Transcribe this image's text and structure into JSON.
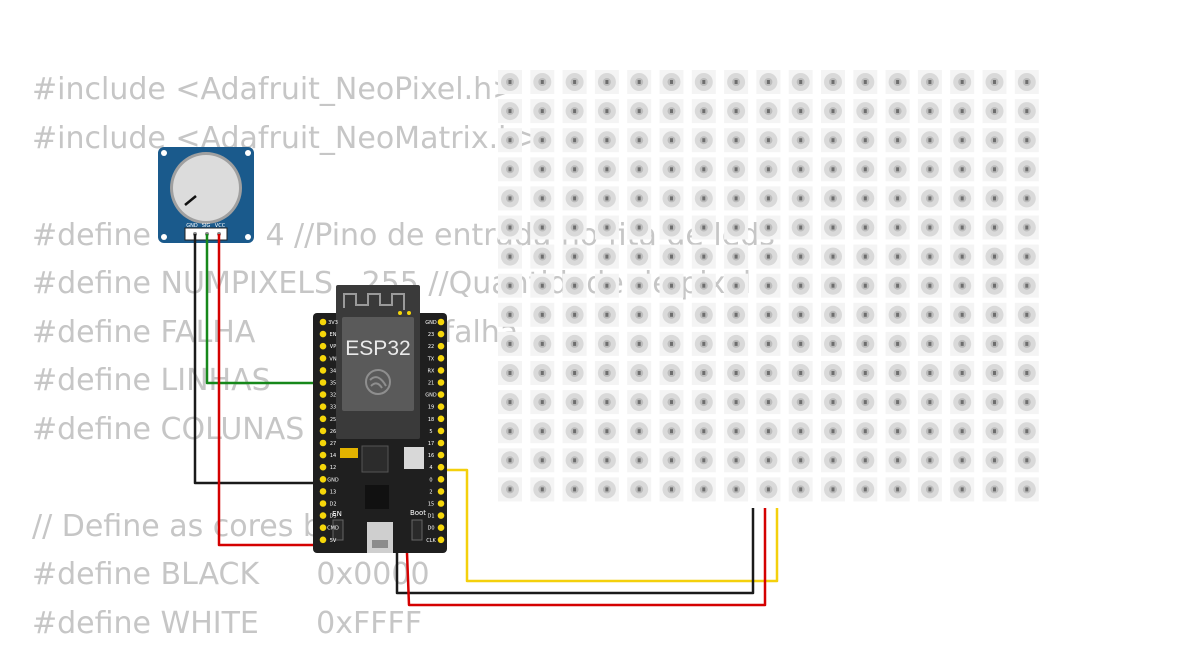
{
  "code_lines": [
    "#include <Adafruit_NeoPixel.h>",
    "#include <Adafruit_NeoMatrix.h>",
    "",
    "#define            4 //Pino de entrada no fita de leds",
    "#define NUMPIXELS   255 //Quantidade de pixel",
    "#define FALHA          ve de falha",
    "#define LINHAS",
    "#define COLUNAS",
    "",
    "// Define as cores b",
    "#define BLACK      0x0000",
    "#define WHITE      0xFFFF"
  ],
  "esp32": {
    "label": "ESP32",
    "boot_label": "Boot",
    "en_label": "EN",
    "left_pins": [
      "3V3",
      "EN",
      "VP",
      "VN",
      "34",
      "35",
      "32",
      "33",
      "25",
      "26",
      "27",
      "14",
      "12",
      "GND",
      "13",
      "D2",
      "D3",
      "CMD",
      "5V"
    ],
    "right_pins": [
      "GND",
      "23",
      "22",
      "TX",
      "RX",
      "21",
      "GND",
      "19",
      "18",
      "5",
      "17",
      "16",
      "4",
      "0",
      "2",
      "15",
      "D1",
      "D0",
      "CLK"
    ]
  },
  "potentiometer": {
    "pins": [
      "GND",
      "SIG",
      "VCC"
    ]
  },
  "matrix": {
    "rows": 15,
    "cols": 17
  },
  "colors": {
    "board": "#1f1f1f",
    "module": "#3a3a3a",
    "pin_gold": "#f5d60a",
    "pot_body": "#1a5a8c",
    "wire_red": "#d40000",
    "wire_black": "#1a1a1a",
    "wire_green": "#16881a",
    "wire_yellow": "#f4d00c",
    "led_fill": "#d9d9d9"
  }
}
